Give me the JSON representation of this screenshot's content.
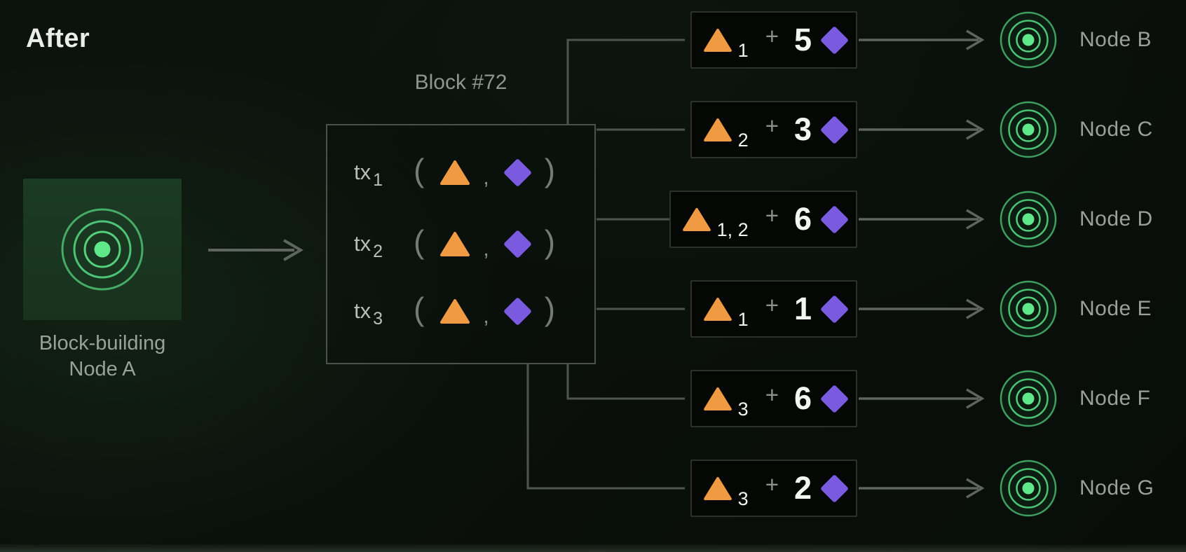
{
  "title": "After",
  "node_a": {
    "label_line1": "Block-building",
    "label_line2": "Node A",
    "icon": "concentric-rings-node-icon"
  },
  "block": {
    "label": "Block #72",
    "transactions": [
      {
        "prefix": "tx",
        "subscript": "1",
        "open_paren": "(",
        "comma": ",",
        "close_paren": ")"
      },
      {
        "prefix": "tx",
        "subscript": "2",
        "open_paren": "(",
        "comma": ",",
        "close_paren": ")"
      },
      {
        "prefix": "tx",
        "subscript": "3",
        "open_paren": "(",
        "comma": ",",
        "close_paren": ")"
      }
    ]
  },
  "messages": [
    {
      "tx_refs": "1",
      "plus": "+",
      "fee": "5",
      "node_label": "Node B"
    },
    {
      "tx_refs": "2",
      "plus": "+",
      "fee": "3",
      "node_label": "Node C"
    },
    {
      "tx_refs": "1, 2",
      "plus": "+",
      "fee": "6",
      "node_label": "Node D"
    },
    {
      "tx_refs": "1",
      "plus": "+",
      "fee": "1",
      "node_label": "Node E"
    },
    {
      "tx_refs": "3",
      "plus": "+",
      "fee": "6",
      "node_label": "Node F"
    },
    {
      "tx_refs": "3",
      "plus": "+",
      "fee": "2",
      "node_label": "Node G"
    }
  ],
  "icons": {
    "transaction_shape": "orange-triangle-icon",
    "fee_shape": "purple-diamond-icon",
    "node_shape": "concentric-rings-node-icon"
  },
  "colors": {
    "background": "#0a0f0b",
    "triangle_orange": "#f09b44",
    "diamond_purple": "#7a5be0",
    "node_ring_green": "#52cd7c",
    "node_dot_green": "#5ee88a",
    "node_a_tile_green": "#19351f",
    "connector_gray": "#4e554e",
    "arrow_gray": "#5e655e",
    "message_box_bg": "#050705",
    "message_box_border": "#2c312c",
    "block_panel_border": "#4b524c",
    "text_primary": "#eaede9",
    "text_secondary": "#9aa09a"
  }
}
